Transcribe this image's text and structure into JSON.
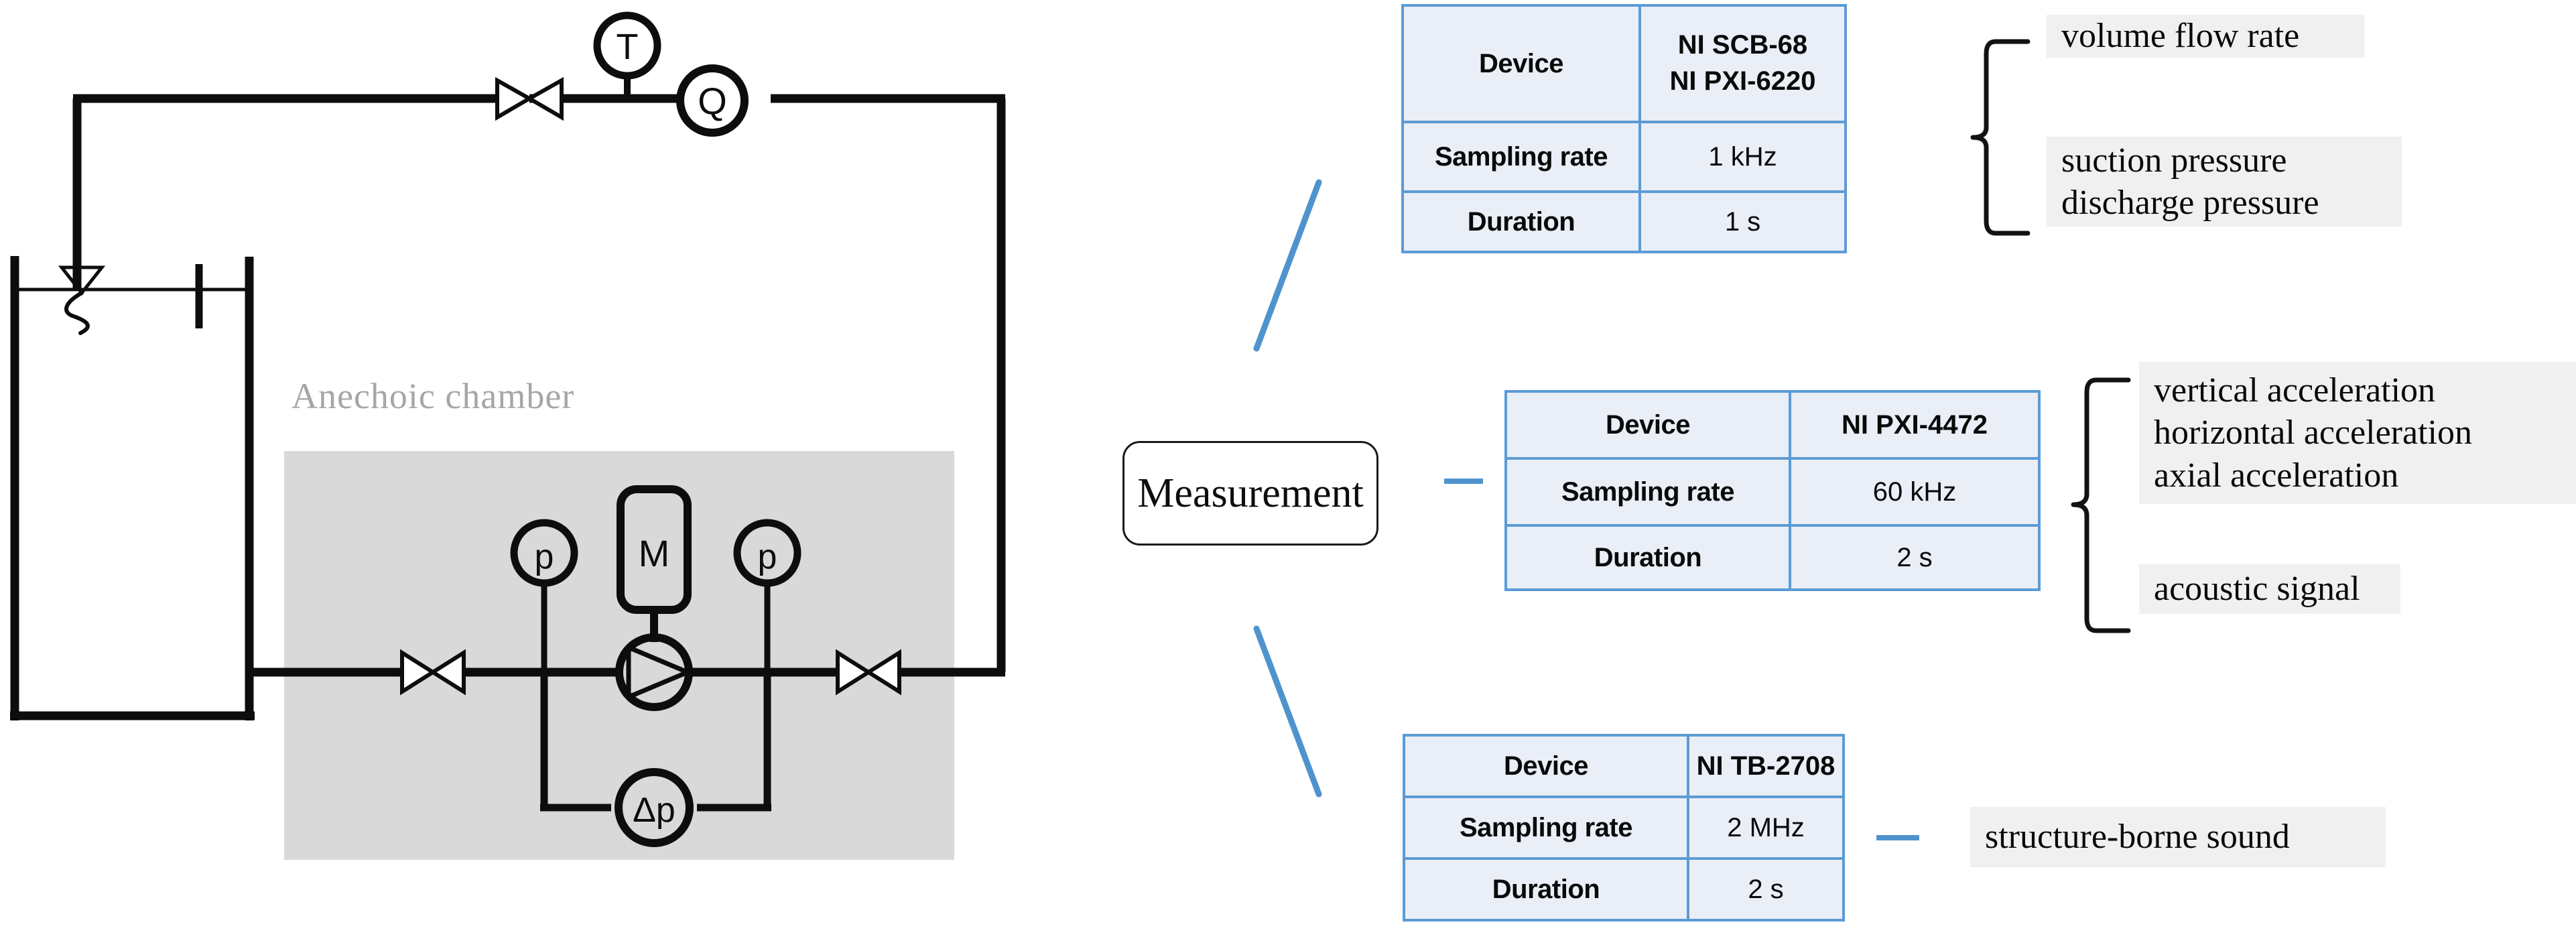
{
  "schematic": {
    "chamber_label": "Anechoic chamber",
    "symbols": {
      "temperature_sensor": "T",
      "flow_meter": "Q",
      "suction_pressure_sensor": "p",
      "discharge_pressure_sensor": "p",
      "motor": "M",
      "differential_pressure_sensor": "Δp"
    }
  },
  "center": {
    "measurement_label": "Measurement"
  },
  "tables": [
    {
      "name": "daq-table-1",
      "rows": [
        {
          "label": "Device",
          "value_lines": [
            "NI SCB-68",
            "NI PXI-6220"
          ],
          "bold_value": true
        },
        {
          "label": "Sampling rate",
          "value_lines": [
            "1 kHz"
          ],
          "bold_value": false
        },
        {
          "label": "Duration",
          "value_lines": [
            "1 s"
          ],
          "bold_value": false
        }
      ]
    },
    {
      "name": "daq-table-2",
      "rows": [
        {
          "label": "Device",
          "value_lines": [
            "NI PXI-4472"
          ],
          "bold_value": true
        },
        {
          "label": "Sampling rate",
          "value_lines": [
            "60 kHz"
          ],
          "bold_value": false
        },
        {
          "label": "Duration",
          "value_lines": [
            "2 s"
          ],
          "bold_value": false
        }
      ]
    },
    {
      "name": "daq-table-3",
      "rows": [
        {
          "label": "Device",
          "value_lines": [
            "NI TB-2708"
          ],
          "bold_value": true
        },
        {
          "label": "Sampling rate",
          "value_lines": [
            "2 MHz"
          ],
          "bold_value": false
        },
        {
          "label": "Duration",
          "value_lines": [
            "2 s"
          ],
          "bold_value": false
        }
      ]
    }
  ],
  "signals": {
    "group1": [
      {
        "lines": [
          "volume  flow rate"
        ]
      },
      {
        "lines": [
          "suction pressure",
          "discharge  pressure"
        ]
      }
    ],
    "group2": [
      {
        "lines": [
          "vertical  acceleration",
          "horizontal acceleration",
          "axial acceleration"
        ]
      },
      {
        "lines": [
          "acoustic signal"
        ]
      }
    ],
    "group3": [
      {
        "lines": [
          "structure-borne sound"
        ]
      }
    ]
  },
  "colors": {
    "table_border": "#5b9bd5",
    "table_fill": "#e9eef7",
    "connector_blue": "#4f93ce",
    "label_fill": "#f0f0f0",
    "chamber_fill": "#d9d9d9",
    "chamber_text": "#a6a6a6",
    "line_black": "#0d0d0d"
  }
}
